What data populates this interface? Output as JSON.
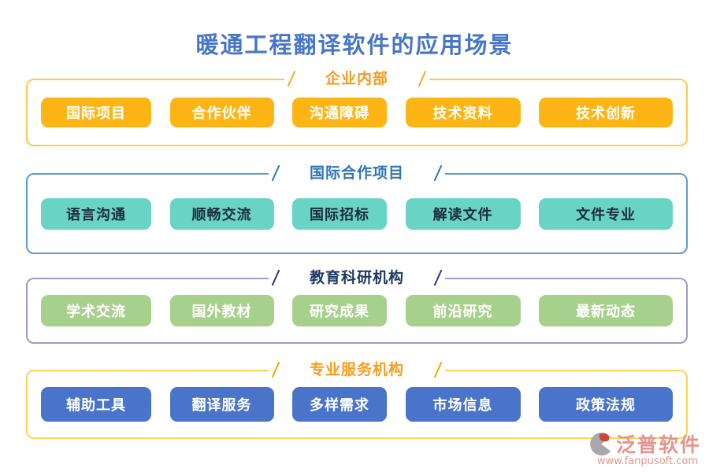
{
  "page_title": "暖通工程翻译软件的应用场景",
  "title_color": "#4776C9",
  "sections": [
    {
      "title": "企业内部",
      "line_color": "#FFC94B",
      "slash_color": "#F5A623",
      "title_color": "#F79A1F",
      "button_bg": "#FDB515",
      "button_text_color": "#FFFFFF",
      "items": [
        "国际项目",
        "合作伙伴",
        "沟通障碍",
        "技术资料",
        "技术创新"
      ]
    },
    {
      "title": "国际合作项目",
      "line_color": "#5B9BD5",
      "slash_color": "#2E74B5",
      "title_color": "#2E74B5",
      "button_bg": "#69D3C6",
      "button_text_color": "#1E2B3C",
      "items": [
        "语言沟通",
        "顺畅交流",
        "国际招标",
        "解读文件",
        "文件专业"
      ]
    },
    {
      "title": "教育科研机构",
      "line_color": "#9C9CCB",
      "slash_color": "#2D3282",
      "title_color": "#1F3864",
      "button_bg": "#A8D08D",
      "button_text_color": "#FFFFFF",
      "items": [
        "学术交流",
        "国外教材",
        "研究成果",
        "前沿研究",
        "最新动态"
      ]
    },
    {
      "title": "专业服务机构",
      "line_color": "#FFD34D",
      "slash_color": "#F2A900",
      "title_color": "#FB9C1C",
      "button_bg": "#4A74C9",
      "button_text_color": "#FFFFFF",
      "items": [
        "辅助工具",
        "翻译服务",
        "多样需求",
        "市场信息",
        "政策法规"
      ]
    }
  ],
  "footer_logo": {
    "brand": "泛普软件",
    "url": "www.fanpusoft.com",
    "text_color": "#E5938B",
    "icon": "fanpu-logo-icon",
    "icon_gray": "#A8A8AC",
    "icon_red": "#C9463D"
  }
}
